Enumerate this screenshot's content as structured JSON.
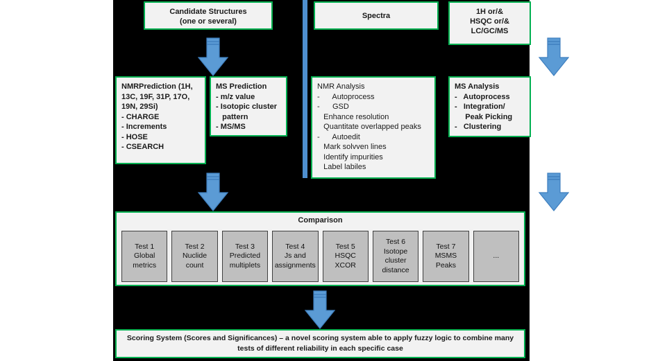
{
  "theme": {
    "background": "#000000",
    "box_fill": "#F2F2F2",
    "box_border": "#00B050",
    "arrow_color": "#5B9BD5",
    "divider_color": "#4E8FCF",
    "test_fill": "#BFBFBF",
    "test_border": "#3F3F3F",
    "text_color": "#1A1A1A"
  },
  "inputs": {
    "candidate_structures": {
      "line1": "Candidate Structures",
      "line2": "(one or several)"
    },
    "spectra": {
      "line1": "Spectra"
    },
    "instruments": {
      "line1": "1H or/&",
      "line2": "HSQC or/&",
      "line3": "LC/GC/MS"
    }
  },
  "prediction": {
    "nmr": {
      "title_line1": "NMRPrediction (1H,",
      "title_line2": "13C, 19F, 31P, 17O,",
      "title_line3": "19N, 29Si)",
      "items": [
        "- CHARGE",
        "- Increments",
        "- HOSE",
        "- CSEARCH"
      ]
    },
    "ms": {
      "title": "MS Prediction",
      "items": [
        "- m/z value",
        "- Isotopic cluster",
        "   pattern",
        "- MS/MS"
      ]
    }
  },
  "analysis": {
    "nmr": {
      "title": "NMR Analysis",
      "items": [
        "-      Autoprocess",
        "-      GSD",
        "   Enhance resolution",
        "   Quantitate overlapped peaks",
        "-      Autoedit",
        "   Mark solvven lines",
        "   Identify impurities",
        "   Label labiles"
      ]
    },
    "ms": {
      "title": "MS Analysis",
      "items": [
        "-   Autoprocess",
        "-   Integration/",
        "     Peak Picking",
        "-   Clustering"
      ]
    }
  },
  "comparison": {
    "label": "Comparison",
    "tests": [
      {
        "name": "test-1",
        "lines": [
          "Test 1",
          "Global",
          "metrics"
        ]
      },
      {
        "name": "test-2",
        "lines": [
          "Test 2",
          "Nuclide",
          "count"
        ]
      },
      {
        "name": "test-3",
        "lines": [
          "Test 3",
          "Predicted",
          "multiplets"
        ]
      },
      {
        "name": "test-4",
        "lines": [
          "Test 4",
          "Js and",
          "assignments"
        ]
      },
      {
        "name": "test-5",
        "lines": [
          "Test 5",
          "HSQC",
          "XCOR"
        ]
      },
      {
        "name": "test-6",
        "lines": [
          "Test 6",
          "Isotope",
          "cluster",
          "distance"
        ]
      },
      {
        "name": "test-7",
        "lines": [
          "Test 7",
          "MSMS",
          "Peaks"
        ]
      },
      {
        "name": "test-more",
        "lines": [
          "..."
        ]
      }
    ]
  },
  "scoring": {
    "line1": "Scoring System (Scores and Significances) – a novel scoring system able to apply fuzzy logic to combine many",
    "line2": "tests of different reliability in each specific case"
  },
  "arrows": [
    {
      "name": "arrow-candidate-to-prediction"
    },
    {
      "name": "arrow-instruments-to-msanalysis"
    },
    {
      "name": "arrow-prediction-to-comparison"
    },
    {
      "name": "arrow-analysis-to-comparison"
    },
    {
      "name": "arrow-comparison-to-scoring"
    }
  ]
}
